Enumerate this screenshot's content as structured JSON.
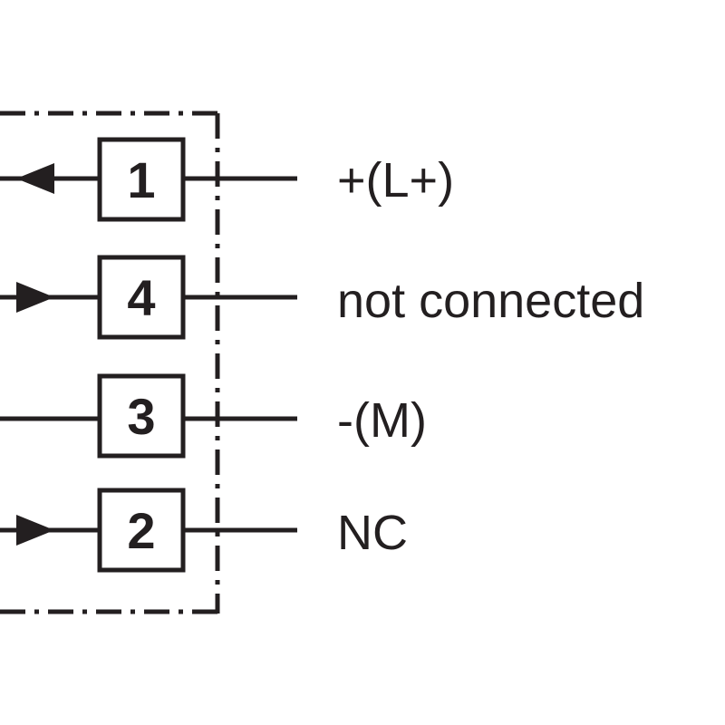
{
  "pins": [
    {
      "number": "1",
      "signal": "+(L+)",
      "arrow": "out"
    },
    {
      "number": "4",
      "signal": "not connected",
      "arrow": "in"
    },
    {
      "number": "3",
      "signal": "-(M)",
      "arrow": "none"
    },
    {
      "number": "2",
      "signal": "NC",
      "arrow": "in"
    }
  ],
  "colors": {
    "line": "#231f20",
    "background": "#ffffff"
  }
}
